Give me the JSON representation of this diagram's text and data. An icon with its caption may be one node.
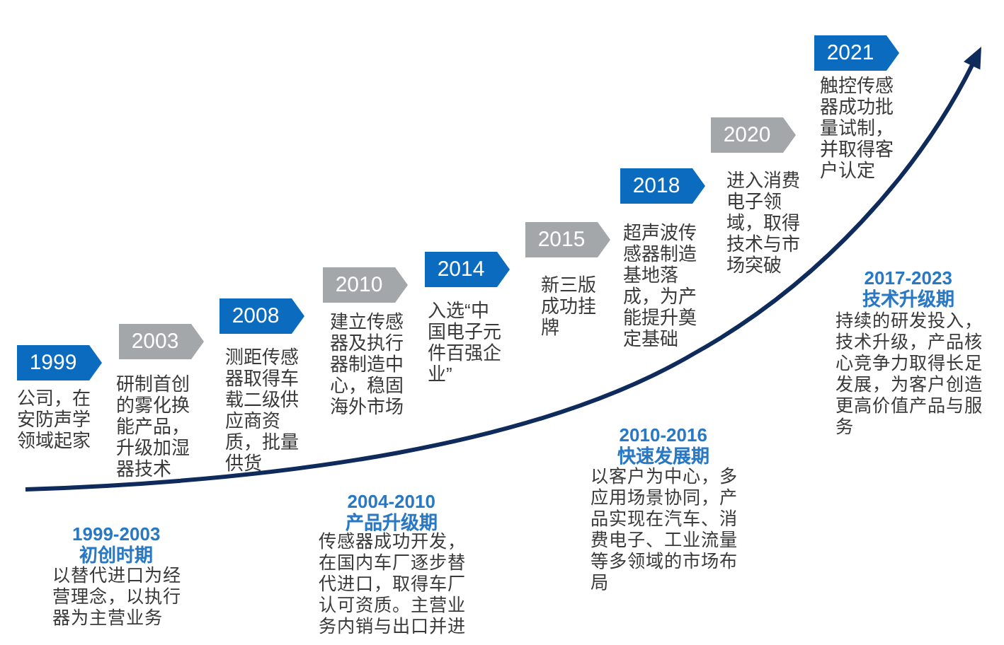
{
  "diagram": {
    "nodes": [
      {
        "text": [
          "1999"
        ],
        "beside": [
          "公司，在安防声学领域起家"
        ]
      },
      {
        "text": [
          "2003"
        ],
        "beside": [
          "研制首创的雾化换能产品，升级加湿器技术"
        ]
      },
      {
        "text": [
          "2008"
        ],
        "beside": [
          "测距传感器取得车载二级供应商资质，批量供货"
        ]
      },
      {
        "text": [
          "2010"
        ],
        "beside": [
          "建立传感器及执行器制造中心，稳固海外市场"
        ]
      },
      {
        "text": [
          "2014"
        ],
        "beside": [
          "入选“中国电子元件百强企业”"
        ]
      },
      {
        "text": [
          "2015"
        ],
        "beside": [
          "新三版成功挂牌"
        ]
      },
      {
        "text": [
          "2018"
        ],
        "beside": [
          "超声波传感器制造基地落成，为产能提升奠定基础"
        ]
      },
      {
        "text": [
          "2020"
        ],
        "beside": [
          "进入消费电子领域，取得技术与市场突破"
        ]
      },
      {
        "text": [
          "2021"
        ],
        "beside": [
          "触控传感器成功批量试制，并取得客户认定"
        ]
      }
    ],
    "labels": [
      "1999-2003",
      "初创时期",
      "以替代进口为经营理念，以执行器为主营业务",
      "2004-2010",
      "产品升级期",
      "传感器成功开发，在国内车厂逐步替代进口，取得车厂认可资质。主营业务内销与出口并进",
      "2010-2016",
      "快速发展期",
      "以客户为中心，多应用场景协同，产品实现在汽车、消费电子、工业流量等多领域的市场布局",
      "2017-2023",
      "技术升级期",
      "持续的研发投入，技术升级，产品核心竞争力取得长足发展，为客户创造更高价值产品与服务"
    ]
  }
}
